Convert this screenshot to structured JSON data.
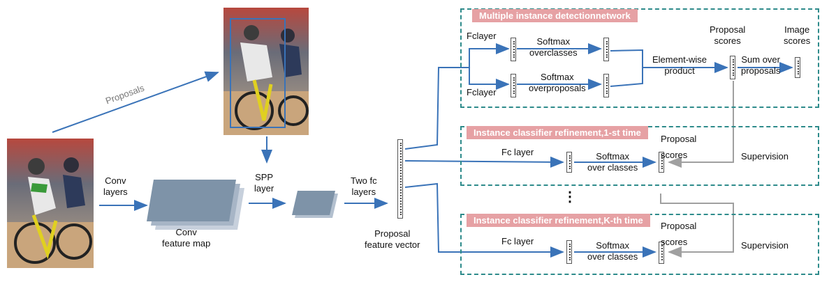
{
  "labels": {
    "proposals": "Proposals",
    "conv_layers": [
      "Conv",
      "layers"
    ],
    "conv_feature_map": [
      "Conv",
      "feature map"
    ],
    "spp_layer": [
      "SPP",
      "layer"
    ],
    "two_fc_layers": [
      "Two fc",
      "layers"
    ],
    "proposal_feature_vector": [
      "Proposal",
      "feature vector"
    ]
  },
  "midn": {
    "title": "Multiple instance detectionnetwork",
    "fc_top": "Fclayer",
    "fc_bottom": "Fclayer",
    "softmax_classes": [
      "Softmax",
      "overclasses"
    ],
    "softmax_proposals": [
      "Softmax",
      "overproposals"
    ],
    "element_wise": [
      "Element-wise",
      "product"
    ],
    "proposal_scores": [
      "Proposal",
      "scores"
    ],
    "sum_over": [
      "Sum over",
      "proposals"
    ],
    "image_scores": [
      "Image",
      "scores"
    ]
  },
  "refine1": {
    "title": "Instance classifier refinement,1-st time",
    "fc": "Fc layer",
    "softmax": [
      "Softmax",
      "over classes"
    ],
    "proposal_scores": [
      "Proposal",
      "scores"
    ],
    "supervision": "Supervision"
  },
  "ellipsis": "⋮",
  "refineK": {
    "title": "Instance classifier refinement,K-th time",
    "fc": "Fc layer",
    "softmax": [
      "Softmax",
      "over classes"
    ],
    "proposal_scores": [
      "Proposal",
      "scores"
    ],
    "supervision": "Supervision"
  },
  "colors": {
    "arrow": "#3a73b8",
    "supervision_arrow": "#a0a0a0",
    "box_border": "#2e8b8b",
    "header_bg": "#e6a1a4",
    "feature_map": "#7e93a8"
  }
}
